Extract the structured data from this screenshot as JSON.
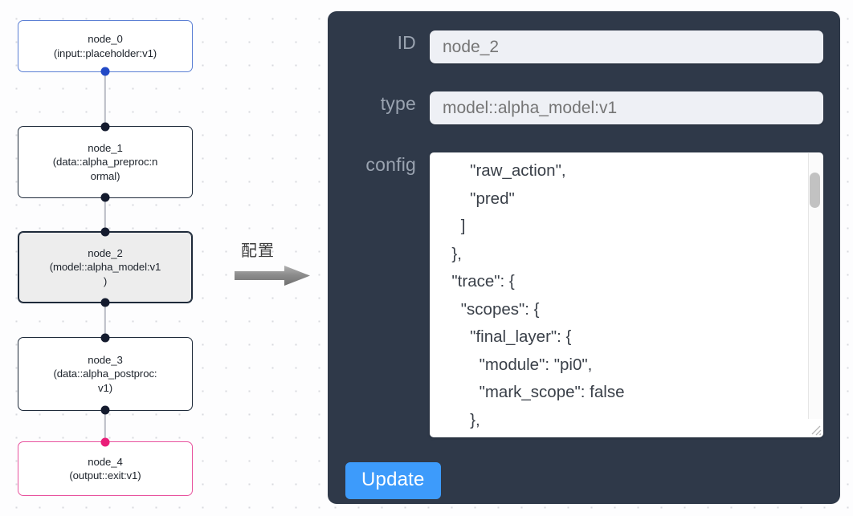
{
  "canvas": {
    "nodes": [
      {
        "id": "node_0",
        "label": "node_0\n(input::placeholder:v1)",
        "kind": "input",
        "selected": false
      },
      {
        "id": "node_1",
        "label": "node_1\n(data::alpha_preproc:n\normal)",
        "kind": "default",
        "selected": false
      },
      {
        "id": "node_2",
        "label": "node_2\n(model::alpha_model:v1\n)",
        "kind": "model",
        "selected": true
      },
      {
        "id": "node_3",
        "label": "node_3\n(data::alpha_postproc:\nv1)",
        "kind": "default",
        "selected": false
      },
      {
        "id": "node_4",
        "label": "node_4\n(output::exit:v1)",
        "kind": "output",
        "selected": false
      }
    ],
    "colors": {
      "input_border": "#5b7fd4",
      "output_border": "#e8539e",
      "default_border": "#1e2a3a",
      "selected_fill": "#ededed",
      "edge": "#b9bcc4",
      "handle": "#141b2e",
      "handle_input": "#2249c6",
      "handle_output": "#ea1e79"
    }
  },
  "annotation": {
    "arrow_label": "配置",
    "arrow_color": "#8a8a8a"
  },
  "panel": {
    "background": "#2f3949",
    "fields": [
      {
        "key": "id",
        "label": "ID",
        "value": "node_2",
        "placeholder": "node_2"
      },
      {
        "key": "type",
        "label": "type",
        "value": "model::alpha_model:v1",
        "placeholder": "model::alpha_model:v1"
      },
      {
        "key": "config",
        "label": "config",
        "value": "",
        "placeholder": ""
      }
    ],
    "config_text": "      \"raw_action\",\n      \"pred\"\n    ]\n  },\n  \"trace\": {\n    \"scopes\": {\n      \"final_layer\": {\n        \"module\": \"pi0\",\n        \"mark_scope\": false\n      },\n      \"action_model\": {",
    "update_label": "Update",
    "update_color": "#3d9bfb",
    "scrollbar": {
      "thumb_top_pct": 7,
      "thumb_height_pct": 13
    }
  }
}
